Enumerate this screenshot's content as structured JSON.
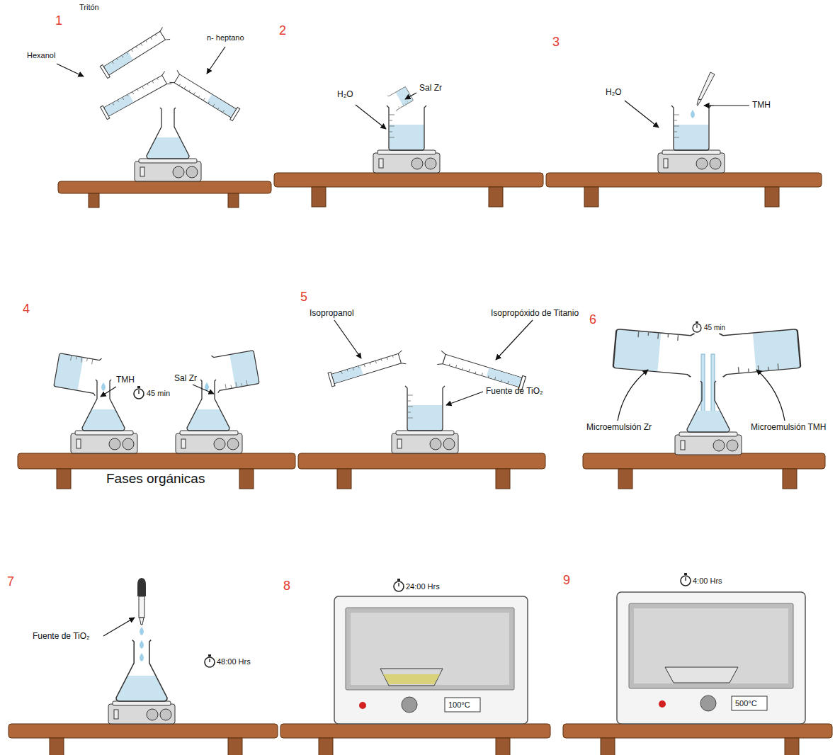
{
  "diagram": {
    "labels": [
      "1",
      "Tritón",
      "n- heptano",
      "Hexanol",
      "2",
      "Sal Zr",
      "H₂O",
      "3",
      "H₂O",
      "TMH",
      "4",
      "TMH",
      "Sal Zr",
      "45 min",
      "Fases orgánicas",
      "5",
      "Isopropanol",
      "Isopropóxido de Titanio",
      "Fuente de TiO₂",
      "6",
      "45 min",
      "Microemulsión Zr",
      "Microemulsión TMH",
      "7",
      "Fuente de TiO₂",
      "48:00 Hrs",
      "8",
      "24:00 Hrs",
      "100°C",
      "9",
      "4:00 Hrs",
      "500°C"
    ]
  }
}
